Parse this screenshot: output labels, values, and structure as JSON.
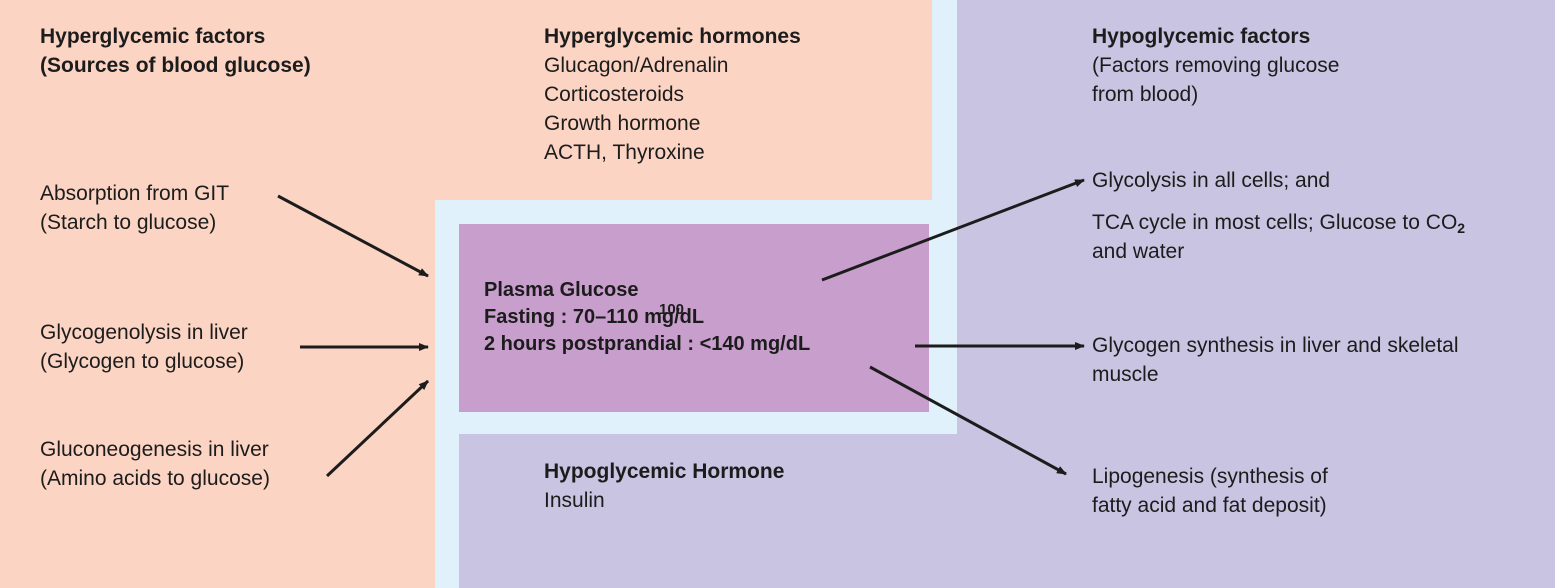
{
  "colors": {
    "hyper_bg": "#fcd4c4",
    "hypo_bg": "#c8c4e2",
    "center_bg": "#c89ecd",
    "gap_bg": "#e1f1fb",
    "arrow": "#1c1c1c"
  },
  "hyperglycemic_factors": {
    "title_line1": "Hyperglycemic factors",
    "title_line2": "(Sources of blood glucose)",
    "sources": [
      {
        "line1": "Absorption from GIT",
        "line2": "(Starch to glucose)"
      },
      {
        "line1": "Glycogenolysis in liver",
        "line2": "(Glycogen to glucose)"
      },
      {
        "line1": "Gluconeogenesis in liver",
        "line2": "(Amino acids to glucose)"
      }
    ]
  },
  "hyperglycemic_hormones": {
    "title": "Hyperglycemic hormones",
    "items": [
      "Glucagon/Adrenalin",
      "Corticosteroids",
      "Growth hormone",
      "ACTH, Thyroxine"
    ]
  },
  "plasma_glucose": {
    "title": "Plasma Glucose",
    "fasting": "Fasting  :  70–110 mg/dL",
    "fasting_overprint": "100",
    "postprandial": "2 hours postprandial : <140 mg/dL"
  },
  "hypoglycemic_factors": {
    "title": "Hypoglycemic factors",
    "subtitle_line1": "(Factors removing glucose",
    "subtitle_line2": "from blood)",
    "outputs": {
      "glycolysis": "Glycolysis in all cells; and",
      "tca": "TCA cycle in most cells; Glucose to CO",
      "tca_sub": "2",
      "tca_line2": "and water",
      "glycogen_line1": "Glycogen synthesis in liver and skeletal",
      "glycogen_line2": "muscle",
      "lipo_line1": "Lipogenesis (synthesis of",
      "lipo_line2": "fatty acid and fat deposit)"
    }
  },
  "hypoglycemic_hormone": {
    "title": "Hypoglycemic Hormone",
    "item": "Insulin"
  }
}
